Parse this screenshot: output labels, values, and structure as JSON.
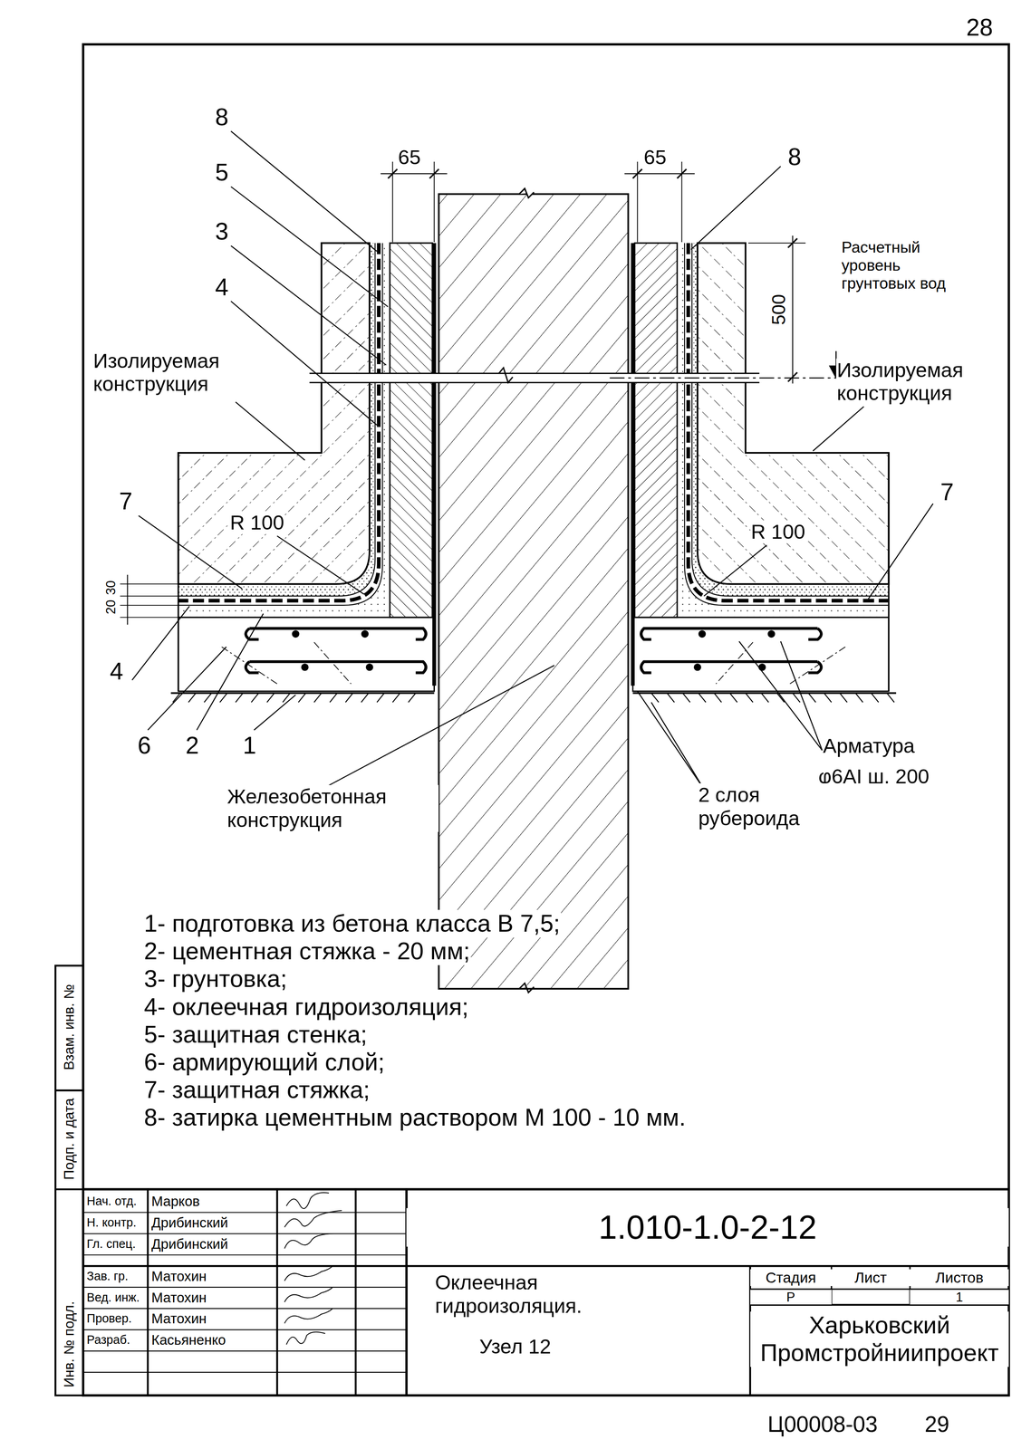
{
  "diagram": {
    "labels": [
      "28",
      "8",
      "5",
      "3",
      "4",
      "65",
      "65",
      "8",
      "Расчетный уровень грунтовых вод",
      "500",
      "Изолируемая конструкция",
      "Изолируемая конструкция",
      "7",
      "R 100",
      "R 100",
      "7",
      "30",
      "20",
      "4",
      "6",
      "2",
      "1",
      "Арматура",
      "φ6АI ш. 200",
      "Железобетонная конструкция",
      "2 слоя рубероида",
      "1- подготовка из бетона класса В 7,5;",
      "2- цементная стяжка - 20 мм;",
      "3- грунтовка;",
      "4- оклеечная гидроизоляция;",
      "5- защитная стенка;",
      "6- армирующий слой;",
      "7- защитная стяжка;",
      "8- затирка цементным раствором М 100 - 10 мм.",
      "Нач. отд.",
      "Марков",
      "Н. контр.",
      "Дрибинский",
      "Гл. спец.",
      "Дрибинский",
      "Зав. гр.",
      "Матохин",
      "Вед. инж.",
      "Матохин",
      "Провер.",
      "Матохин",
      "Разраб.",
      "Касьяненко",
      "1.010-1.0-2-12",
      "Оклеечная гидроизоляция.",
      "Узел 12",
      "Стадия",
      "Лист",
      "Листов",
      "Р",
      "1",
      "Харьковский Промстройниипроект",
      "Взам. инв. №",
      "Подп. и дата",
      "Инв. № подл.",
      "Ц00008-03",
      "29"
    ]
  }
}
